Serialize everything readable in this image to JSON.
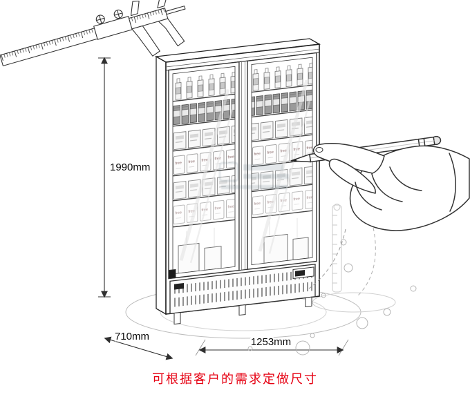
{
  "page": {
    "background": "#ffffff"
  },
  "dimensions": {
    "height": {
      "label": "1990mm"
    },
    "depth": {
      "label": "710mm"
    },
    "width": {
      "label": "1253mm"
    }
  },
  "products": {
    "pack_label": "free"
  },
  "caption": {
    "text": "可根据客户的需求定做尺寸",
    "color": "#e60012"
  },
  "colors": {
    "ink": "#2f2f2f",
    "light_line": "#bdbdbd",
    "accent_red": "#e60012"
  },
  "illustration": {
    "parts": [
      "vernier-caliper",
      "double-door-display-fridge",
      "hand-holding-pencil",
      "floor-ellipse",
      "watermark"
    ]
  }
}
